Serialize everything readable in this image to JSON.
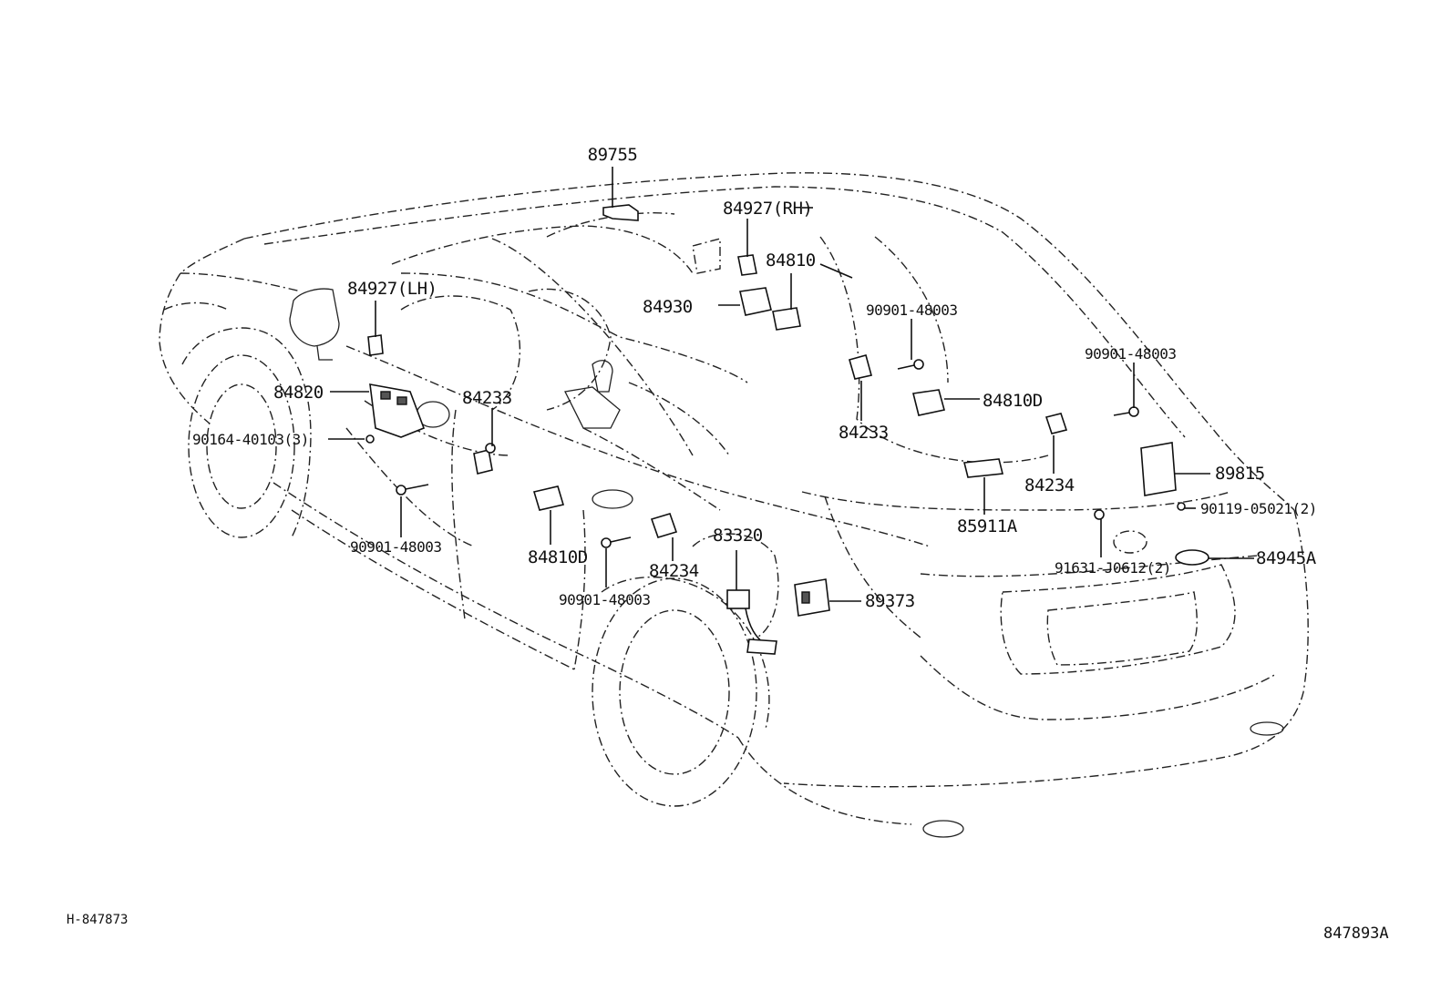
{
  "labels": {
    "p89755": "89755",
    "p84927rh": "84927(RH)",
    "p84810": "84810",
    "p84927lh": "84927(LH)",
    "p84930": "84930",
    "p90901_top": "90901-48003",
    "p90901_right": "90901-48003",
    "p84820": "84820",
    "p84233_left": "84233",
    "p84810d_right": "84810D",
    "p90164": "90164-40103(3)",
    "p84233_right": "84233",
    "p84234_right": "84234",
    "p89815": "89815",
    "p90119": "90119-05021(2)",
    "p85911a": "85911A",
    "p90901_left": "90901-48003",
    "p84810d_left": "84810D",
    "p83320": "83320",
    "p84234_mid": "84234",
    "p91631": "91631-J0612(2)",
    "p84945a": "84945A",
    "p90901_bottom": "90901-48003",
    "p89373": "89373"
  },
  "footer": {
    "left_code": "H-847873",
    "right_code": "847893A"
  }
}
